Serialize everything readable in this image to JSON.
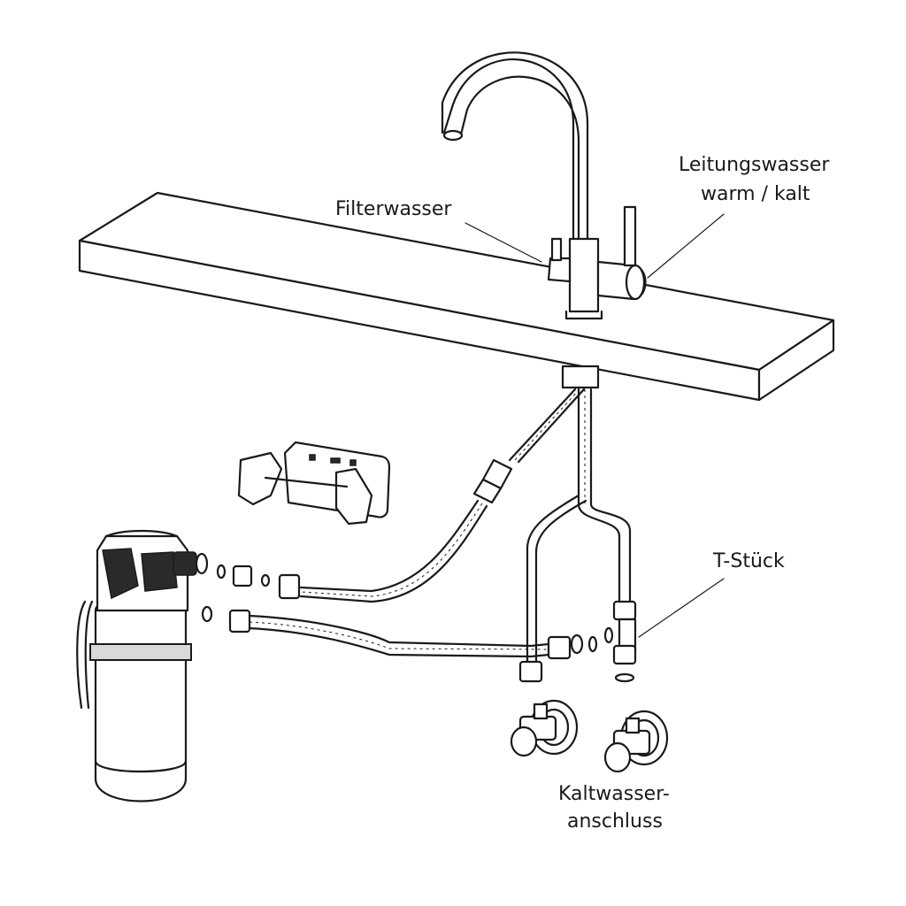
{
  "labels": {
    "filterwasser": "Filterwasser",
    "leitungswasser_line1": "Leitungswasser",
    "leitungswasser_line2": "warm / kalt",
    "t_stueck": "T-Stück",
    "kaltwasser_line1": "Kaltwasser-",
    "kaltwasser_line2": "anschluss"
  }
}
